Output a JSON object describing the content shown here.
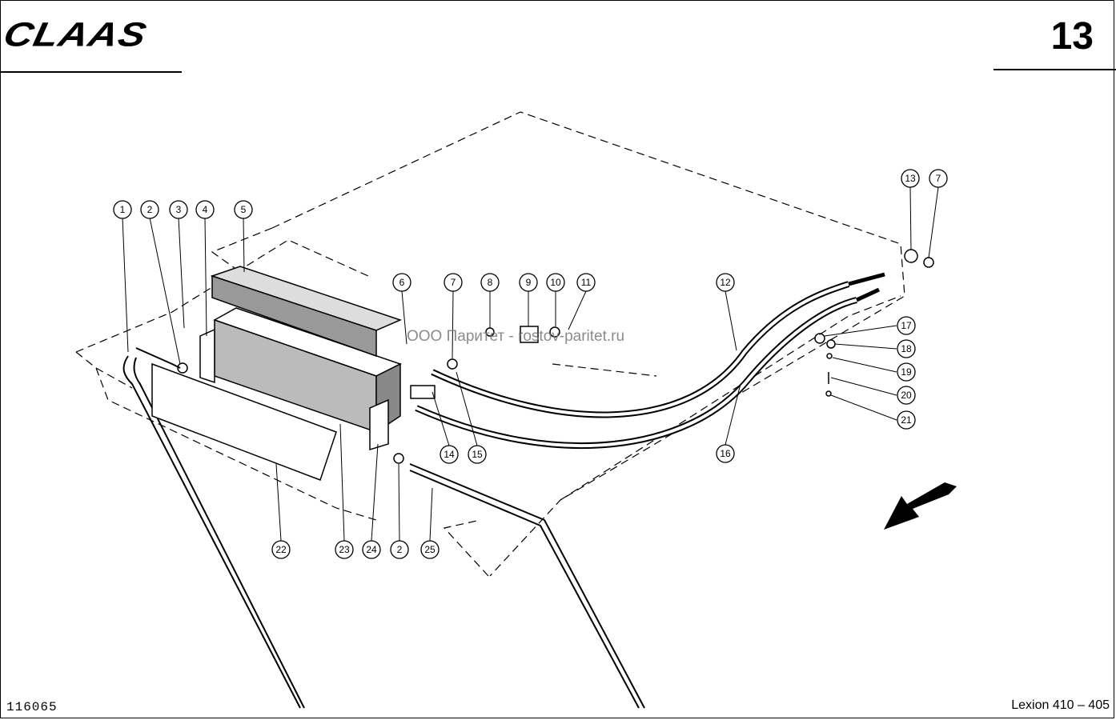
{
  "header": {
    "logo_text": "CLAAS",
    "page_number": "13"
  },
  "footer": {
    "drawing_number": "116065",
    "model": "Lexion 410 – 405"
  },
  "watermark": "ООО Паритет - rostov-paritet.ru",
  "callouts": [
    "1",
    "2",
    "3",
    "4",
    "5",
    "6",
    "7",
    "8",
    "9",
    "10",
    "11",
    "12",
    "13",
    "7",
    "17",
    "18",
    "19",
    "20",
    "21",
    "16",
    "15",
    "14",
    "22",
    "23",
    "24",
    "2",
    "25"
  ]
}
